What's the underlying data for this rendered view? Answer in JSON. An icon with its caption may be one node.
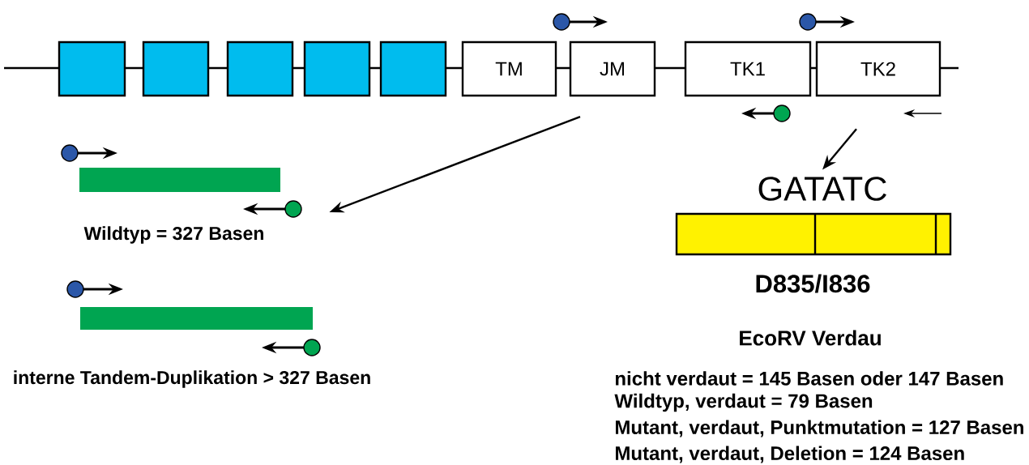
{
  "diagram": {
    "nodes": [
      {
        "text": [],
        "shape": "box"
      },
      {
        "text": [],
        "shape": "box"
      },
      {
        "text": [],
        "shape": "box"
      },
      {
        "text": [],
        "shape": "box"
      },
      {
        "text": [],
        "shape": "box"
      },
      {
        "text": [
          "TM"
        ]
      },
      {
        "text": [
          "JM"
        ]
      },
      {
        "text": [
          "TK1"
        ]
      },
      {
        "text": [
          "TK2"
        ]
      },
      {
        "text": [],
        "shape": "bar",
        "beside": [
          "Wildtyp = 327 Basen"
        ]
      },
      {
        "text": [],
        "shape": "bar",
        "beside": [
          "interne Tandem-Duplikation > 327 Basen"
        ]
      },
      {
        "text": [
          "GATATC"
        ]
      },
      {
        "text": [],
        "shape": "bar",
        "beside": [
          "D835/I836"
        ]
      }
    ],
    "edges": [
      {
        "from": 6,
        "to": 9,
        "arrow": "to"
      },
      {
        "from": 8,
        "to": 11,
        "arrow": "to"
      }
    ],
    "labels": [
      "EcoRV Verdau",
      "nicht verdaut = 145 Basen oder 147 Basen",
      "Wildtyp, verdaut = 79 Basen",
      "Mutant, verdaut, Punktmutation = 127 Basen",
      "Mutant, verdaut, Deletion = 124 Basen"
    ]
  }
}
